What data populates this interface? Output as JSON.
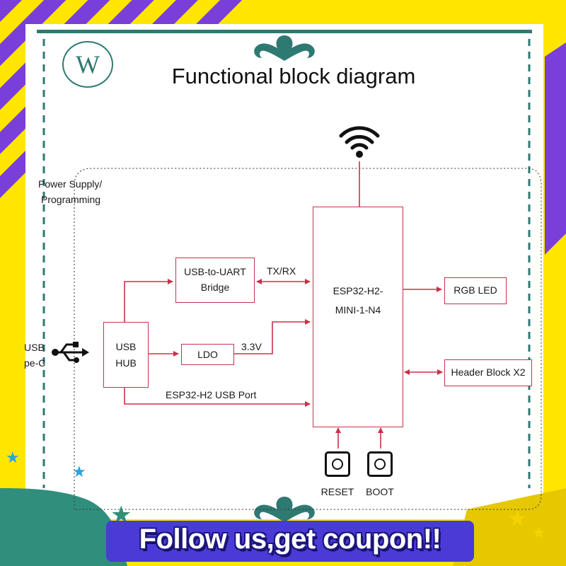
{
  "title": "Functional block diagram",
  "logo_letter": "W",
  "labels": {
    "power_supply_line1": "Power Supply/",
    "power_supply_line2": "Programming",
    "usb_typec_line1": "USB",
    "usb_typec_line2": "pe-C",
    "tx_rx": "TX/RX",
    "voltage": "3.3V",
    "usb_port": "ESP32-H2 USB Port"
  },
  "blocks": {
    "usb_uart_line1": "USB-to-UART",
    "usb_uart_line2": "Bridge",
    "usb_hub_line1": "USB",
    "usb_hub_line2": "HUB",
    "ldo": "LDO",
    "esp_line1": "ESP32-H2-",
    "esp_line2": "MINI-1-N4",
    "rgb_led": "RGB LED",
    "header_block": "Header Block X2"
  },
  "buttons": {
    "reset": "RESET",
    "boot": "BOOT"
  },
  "promo": "Follow us,get coupon!!",
  "colors": {
    "frame_yellow": "#ffe600",
    "frame_purple": "#7a3fd8",
    "teal": "#2e7a72",
    "connector_red": "#c8324a",
    "banner": "#4a3bd6"
  }
}
